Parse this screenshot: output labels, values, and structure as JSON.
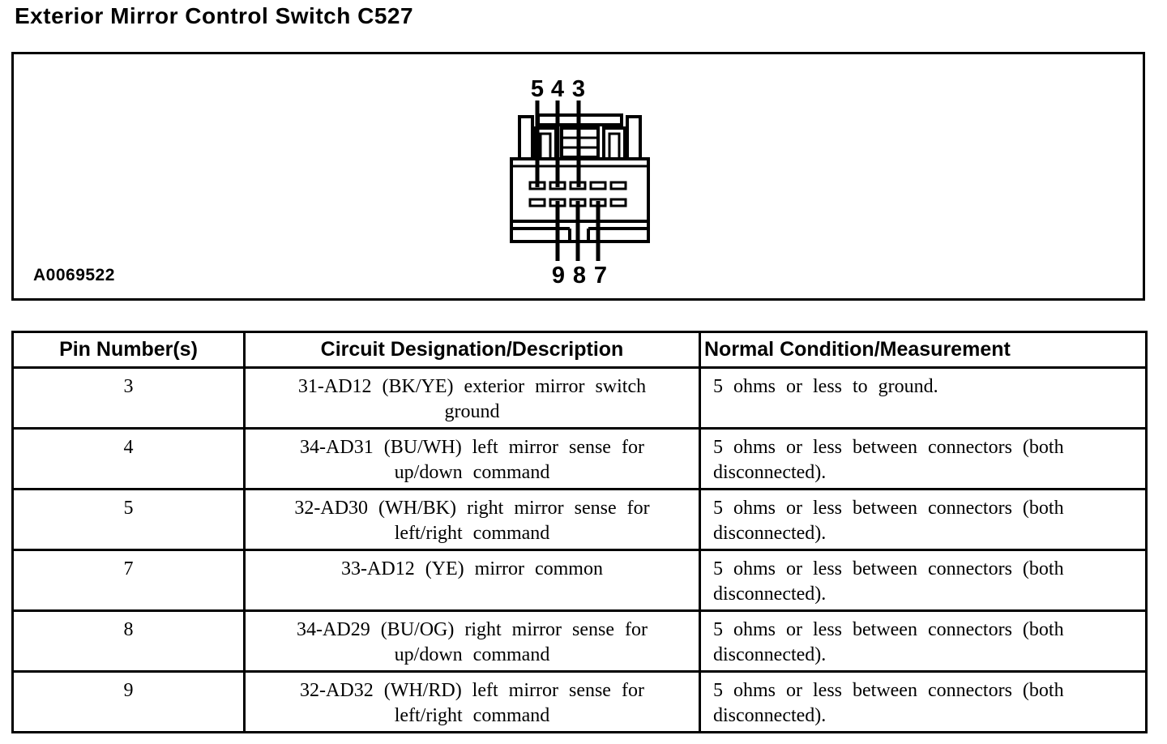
{
  "page": {
    "title": "Exterior Mirror Control Switch C527"
  },
  "figure": {
    "figure_id": "A0069522",
    "connector": {
      "description": "exterior-mirror-switch-connector-face-view",
      "top_pin_labels": [
        "5",
        "4",
        "3"
      ],
      "bottom_pin_labels": [
        "9",
        "8",
        "7"
      ],
      "cavity_rows": 2,
      "cavities_per_row": 5
    }
  },
  "table": {
    "headers": {
      "pin": "Pin Number(s)",
      "circuit": "Circuit Designation/Description",
      "condition": "Normal Condition/Measurement"
    },
    "rows": [
      {
        "pin": "3",
        "circuit": "31-AD12 (BK/YE) exterior mirror switch ground",
        "condition": "5 ohms or less to ground."
      },
      {
        "pin": "4",
        "circuit": "34-AD31 (BU/WH) left mirror sense for up/down command",
        "condition": "5 ohms or less between connectors (both disconnected)."
      },
      {
        "pin": "5",
        "circuit": "32-AD30 (WH/BK) right mirror sense for left/right command",
        "condition": "5 ohms or less between connectors (both disconnected)."
      },
      {
        "pin": "7",
        "circuit": "33-AD12 (YE) mirror common",
        "condition": "5 ohms or less between connectors (both disconnected)."
      },
      {
        "pin": "8",
        "circuit": "34-AD29 (BU/OG) right mirror sense for up/down command",
        "condition": "5 ohms or less between connectors (both disconnected)."
      },
      {
        "pin": "9",
        "circuit": "32-AD32 (WH/RD) left mirror sense for left/right command",
        "condition": "5 ohms or less between connectors (both disconnected)."
      }
    ]
  },
  "colors": {
    "ink": "#000000",
    "background": "#ffffff"
  }
}
